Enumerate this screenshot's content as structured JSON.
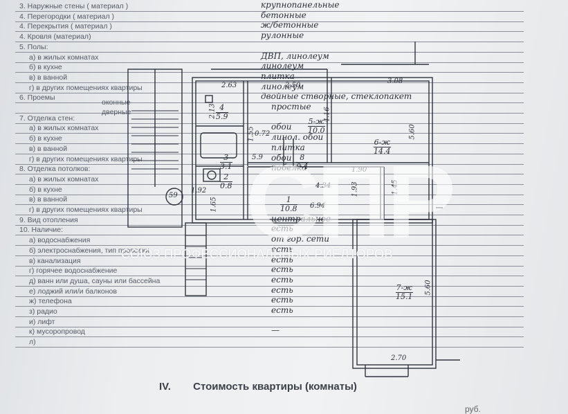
{
  "form": {
    "rows": [
      {
        "label": "3. Наружные стены ( материал )",
        "value": "крупнопанельные"
      },
      {
        "label": "4. Перегородки ( материал )",
        "value": "бетонные"
      },
      {
        "label": "4. Перекрытия ( материал )",
        "value": "ж/бетонные"
      },
      {
        "label": "4. Кровля (материал)",
        "value": "рулонные"
      },
      {
        "label": "5. Полы:",
        "value": ""
      },
      {
        "label": "а) в жилых комнатах",
        "value": "ДВП, линолеум"
      },
      {
        "label": "б) в кухне",
        "value": "линолеум"
      },
      {
        "label": "в) в ванной",
        "value": "плитка"
      },
      {
        "label": "г) в других помещениях квартиры",
        "value": "линолеум"
      },
      {
        "label": "6. Проемы",
        "value": "двойные створные, стеклопакет"
      },
      {
        "label": "",
        "value": "простые"
      },
      {
        "label": "7. Отделка стен:",
        "value": ""
      },
      {
        "label": "а) в жилых комнатах",
        "value": "обои"
      },
      {
        "label": "б) в кухне",
        "value": "линол. обои"
      },
      {
        "label": "в) в ванной",
        "value": "плитка"
      },
      {
        "label": "г) в других помещениях квартиры",
        "value": "обои"
      },
      {
        "label": "8. Отделка потолков:",
        "value": "побелка"
      },
      {
        "label": "а) в жилых комнатах",
        "value": ""
      },
      {
        "label": "б) в кухне",
        "value": ""
      },
      {
        "label": "в) в ванной",
        "value": ""
      },
      {
        "label": "г) в других помещениях квартиры",
        "value": ""
      },
      {
        "label": "9. Вид отопления",
        "value": "центральное"
      },
      {
        "label": "10. Наличие:",
        "value": "есть"
      },
      {
        "label": "а) водоснабжения",
        "value": "от гор. сети"
      },
      {
        "label": "б) электроснабжения, тип проводки",
        "value": "есть"
      },
      {
        "label": "в) канализация",
        "value": "есть"
      },
      {
        "label": "г) горячее водоснабжение",
        "value": "есть"
      },
      {
        "label": "д) ванн или душа, сауны или бассейна",
        "value": "есть"
      },
      {
        "label": "е) лоджий или/и балконов",
        "value": "есть"
      },
      {
        "label": "ж) телефона",
        "value": "есть"
      },
      {
        "label": "з) радио",
        "value": "есть"
      },
      {
        "label": "и) лифт",
        "value": ""
      },
      {
        "label": "к) мусоропровод",
        "value": "—"
      },
      {
        "label": "л)",
        "value": ""
      }
    ],
    "opening_sub": {
      "window": "оконные",
      "door": "дверные"
    }
  },
  "plan": {
    "rooms": [
      {
        "id": "4",
        "area": "5.9"
      },
      {
        "id": "5-ж",
        "area": "10.0"
      },
      {
        "id": "6-ж",
        "area": "14.4"
      },
      {
        "id": "3",
        "area": "3.1"
      },
      {
        "id": "2",
        "area": "0.8"
      },
      {
        "id": "8",
        "area": "0.4"
      },
      {
        "id": "1",
        "area": "10.8"
      },
      {
        "id": "7-ж",
        "area": "15.1"
      }
    ],
    "dims": [
      "2.63",
      "2.13",
      "2.50",
      "4.16",
      "3.08",
      "5.60",
      "1.55",
      "0.72",
      "5.9",
      "1.90",
      "1.45",
      "4.34",
      "1.93",
      "1.92",
      "1.65",
      "6.94",
      "5.60",
      "2.70"
    ],
    "stair_number": "59"
  },
  "watermark": {
    "big": "СПР",
    "text": "СОЮЗ ПРОФЕССИОНАЛЬНЫХ РИЕЛТОРОВ"
  },
  "section": {
    "num": "IV.",
    "title": "Стоимость квартиры (комнаты)",
    "rub": "руб."
  }
}
